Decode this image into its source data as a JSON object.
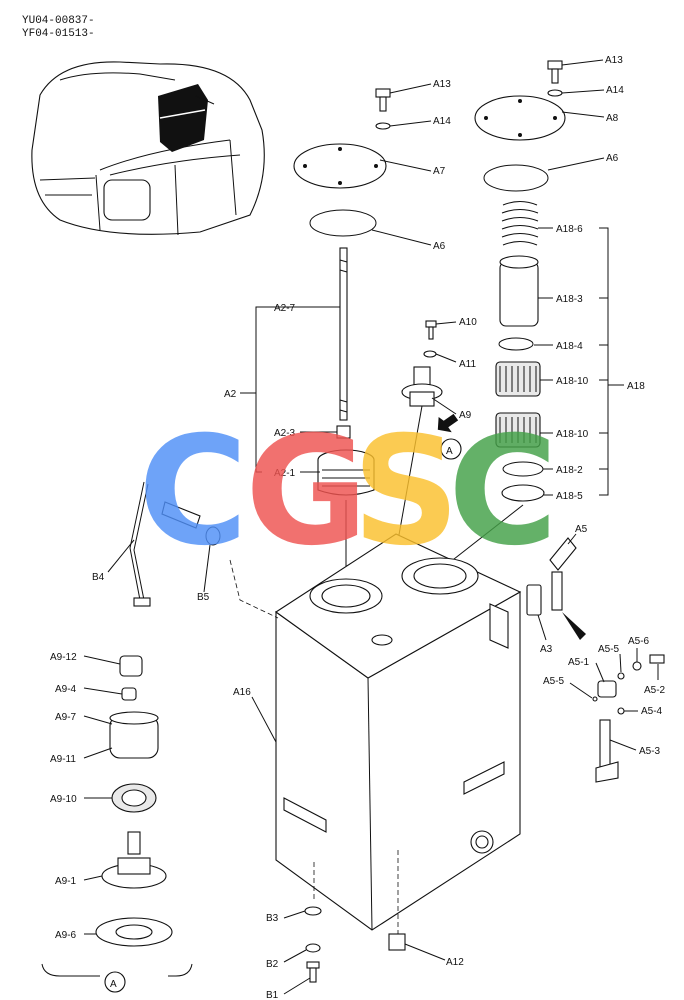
{
  "header": {
    "code_line_1": "YU04-00837-",
    "code_line_2": "YF04-01513-"
  },
  "view_marker": "A",
  "watermark": {
    "letters": [
      "C",
      "G",
      "S",
      "C"
    ],
    "colors": [
      "#4f8ff7",
      "#ef5350",
      "#fbc02d",
      "#43a047"
    ]
  },
  "callouts": {
    "a13_r": "A13",
    "a14_r": "A14",
    "a8": "A8",
    "a6_r": "A6",
    "a13_m": "A13",
    "a14_m": "A14",
    "a7": "A7",
    "a6_m": "A6",
    "a18_6": "A18-6",
    "a18_3": "A18-3",
    "a18_4": "A18-4",
    "a18_10a": "A18-10",
    "a18": "A18",
    "a18_10b": "A18-10",
    "a18_2": "A18-2",
    "a18_5": "A18-5",
    "a10": "A10",
    "a11": "A11",
    "a9": "A9",
    "a2_7": "A2-7",
    "a2": "A2",
    "a2_3": "A2-3",
    "a2_1": "A2-1",
    "b4": "B4",
    "b5": "B5",
    "a5": "A5",
    "a3": "A3",
    "a5_5a": "A5-5",
    "a5_6": "A5-6",
    "a5_1": "A5-1",
    "a5_2": "A5-2",
    "a5_5b": "A5-5",
    "a5_4": "A5-4",
    "a5_3": "A5-3",
    "a16": "A16",
    "a12": "A12",
    "b3": "B3",
    "b2": "B2",
    "b1": "B1",
    "a9_12": "A9-12",
    "a9_4": "A9-4",
    "a9_7": "A9-7",
    "a9_11": "A9-11",
    "a9_10": "A9-10",
    "a9_1": "A9-1",
    "a9_6": "A9-6"
  }
}
